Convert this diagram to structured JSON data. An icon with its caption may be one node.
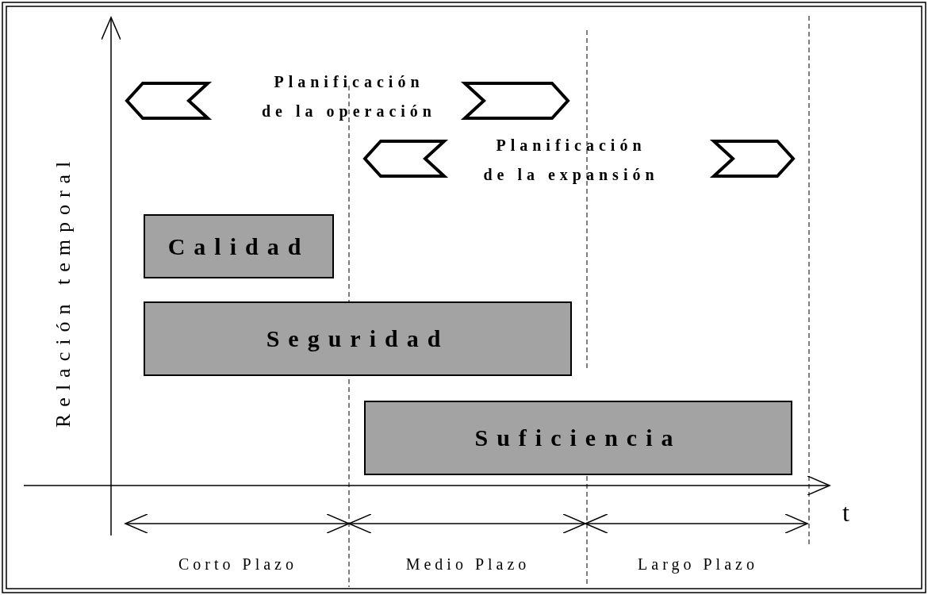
{
  "diagram": {
    "nodes": [
      {
        "text": [
          "Calidad"
        ]
      },
      {
        "text": [
          "Seguridad"
        ]
      },
      {
        "text": [
          "Suficiencia"
        ]
      }
    ],
    "labels": [
      "Planificación de la operación",
      "Planificación de la expansión",
      "Relación temporal",
      "t",
      "Corto Plazo",
      "Medio Plazo",
      "Largo Plazo"
    ]
  }
}
